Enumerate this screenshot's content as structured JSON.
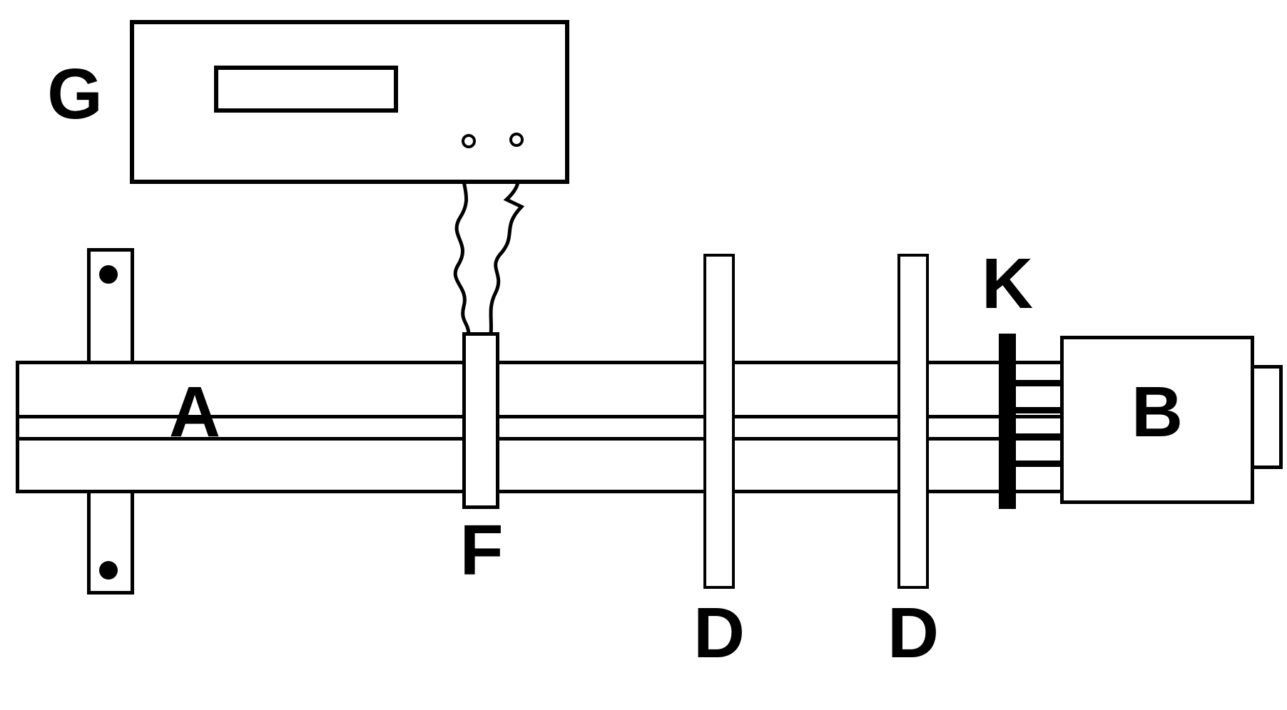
{
  "labels": {
    "generator": "G",
    "beam": "A",
    "driver": "F",
    "bridge_left": "D",
    "bridge_right": "D",
    "comb": "K",
    "end_box": "B"
  },
  "colors": {
    "ink": "#000000",
    "background": "#ffffff"
  }
}
